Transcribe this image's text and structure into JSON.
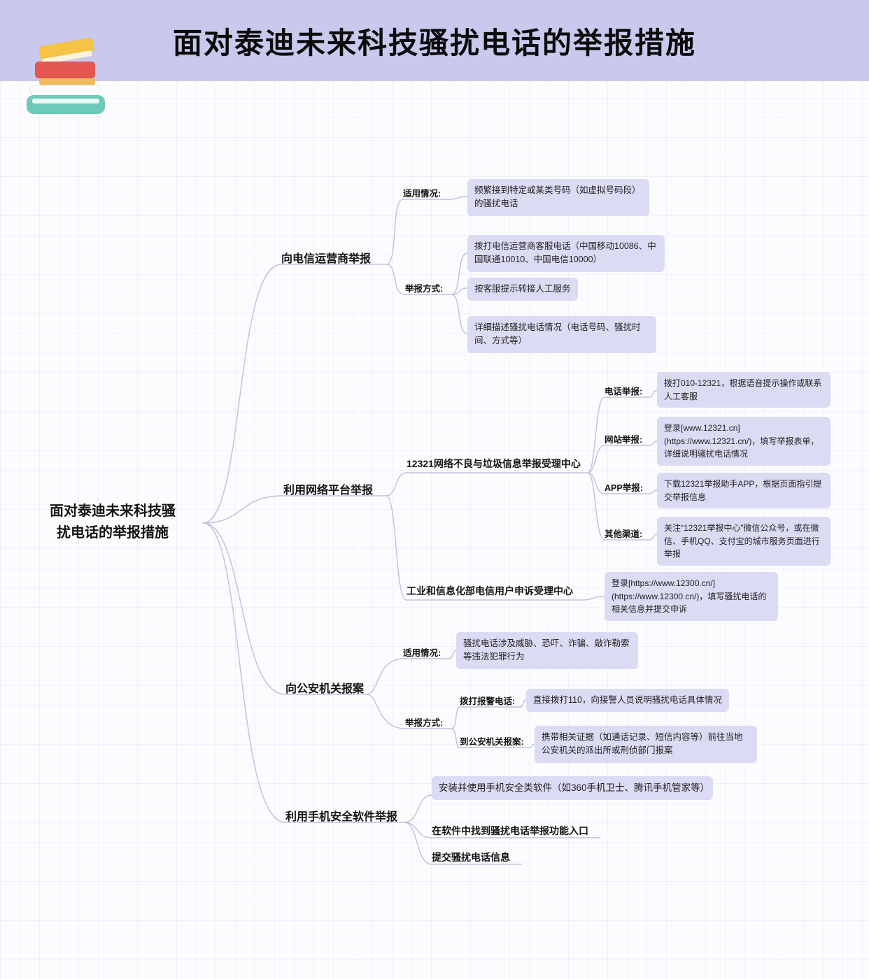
{
  "header": {
    "title": "面对泰迪未来科技骚扰电话的举报措施"
  },
  "root": {
    "label": "面对泰迪未来科技骚扰电话的举报措施"
  },
  "colors": {
    "header_bg": "#c9c9ed",
    "node_bg": "#dcdbf4",
    "line": "#c2c2de"
  },
  "b1": {
    "label": "向电信运营商举报",
    "applicable_label": "适用情况:",
    "applicable_box": "频繁接到特定或某类号码（如虚拟号码段）的骚扰电话",
    "method_label": "举报方式:",
    "method_boxes": [
      "拨打电信运营商客服电话（中国移动10086、中国联通10010、中国电信10000）",
      "按客服提示转接人工服务",
      "详细描述骚扰电话情况（电话号码、骚扰时间、方式等）"
    ]
  },
  "b2": {
    "label": "利用网络平台举报",
    "center12321": {
      "label": "12321网络不良与垃圾信息举报受理中心",
      "items": [
        {
          "label": "电话举报:",
          "box": "拨打010-12321，根据语音提示操作或联系人工客服"
        },
        {
          "label": "网站举报:",
          "box": "登录[www.12321.cn]\n(https://www.12321.cn/)，填写举报表单，详细说明骚扰电话情况"
        },
        {
          "label": "APP举报:",
          "box": "下载12321举报助手APP，根据页面指引提交举报信息"
        },
        {
          "label": "其他渠道:",
          "box": "关注“12321举报中心”微信公众号，或在微信、手机QQ、支付宝的城市服务页面进行举报"
        }
      ]
    },
    "miit": {
      "label": "工业和信息化部电信用户申诉受理中心",
      "box": "登录[https://www.12300.cn/]\n(https://www.12300.cn/)，填写骚扰电话的相关信息并提交申诉"
    }
  },
  "b3": {
    "label": "向公安机关报案",
    "applicable_label": "适用情况:",
    "applicable_box": "骚扰电话涉及威胁、恐吓、诈骗、敲诈勒索等违法犯罪行为",
    "method_label": "举报方式:",
    "items": [
      {
        "label": "拨打报警电话:",
        "box": "直接拨打110，向接警人员说明骚扰电话具体情况"
      },
      {
        "label": "到公安机关报案:",
        "box": "携带相关证据（如通话记录、短信内容等）前往当地公安机关的派出所或刑侦部门报案"
      }
    ]
  },
  "b4": {
    "label": "利用手机安全软件举报",
    "box": "安装并使用手机安全类软件（如360手机卫士、腾讯手机管家等）",
    "steps": [
      "在软件中找到骚扰电话举报功能入口",
      "提交骚扰电话信息"
    ]
  }
}
